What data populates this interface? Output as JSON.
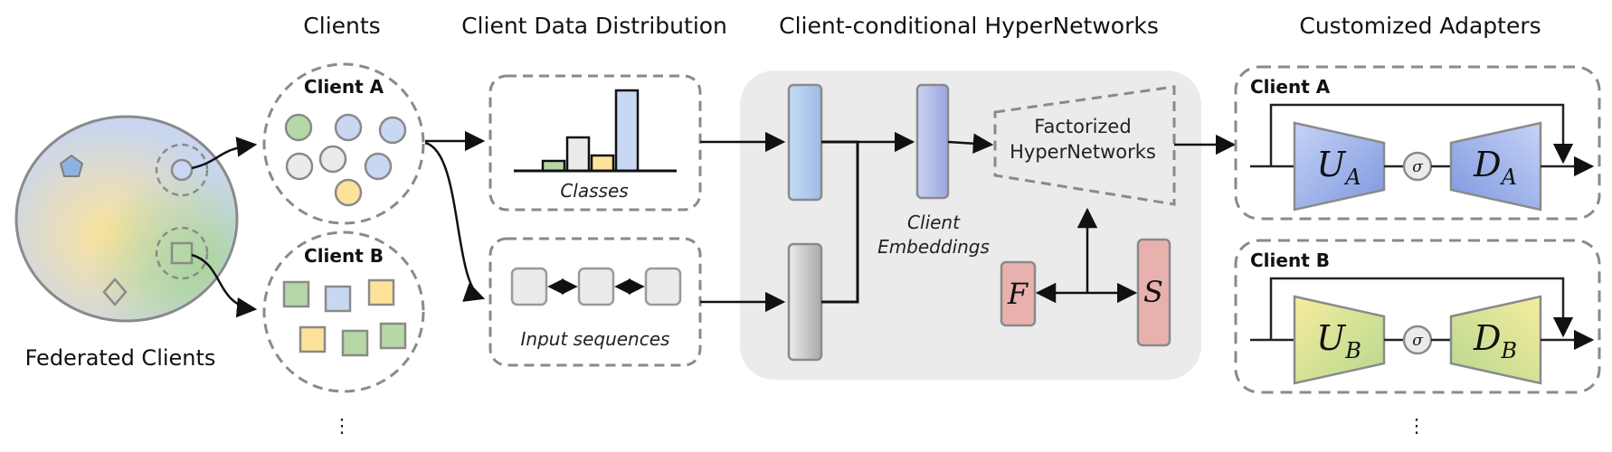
{
  "headers": {
    "clients": "Clients",
    "distribution": "Client Data Distribution",
    "hypernetworks": "Client-conditional HyperNetworks",
    "adapters": "Customized Adapters"
  },
  "federated_label": "Federated Clients",
  "client_a_label": "Client A",
  "client_b_label": "Client B",
  "classes_label": "Classes",
  "input_sequences_label": "Input sequences",
  "embeddings_label_line1": "Client",
  "embeddings_label_line2": "Embeddings",
  "factorized_line1": "Factorized",
  "factorized_line2": "HyperNetworks",
  "f_symbol": "F",
  "s_symbol": "S",
  "sigma_symbol": "σ",
  "adapter_a": {
    "up": "U",
    "up_sub": "A",
    "down": "D",
    "down_sub": "A"
  },
  "adapter_b": {
    "up": "U",
    "up_sub": "B",
    "down": "D",
    "down_sub": "B"
  },
  "ellipsis": "⋮",
  "colors": {
    "blue": "#c8d7f2",
    "green": "#b5d8a6",
    "yellow": "#fde39a",
    "gray": "#ebebeb",
    "pink": "#e8b1ad",
    "panel": "#ebebeb",
    "stroke": "#8a8a8a"
  }
}
